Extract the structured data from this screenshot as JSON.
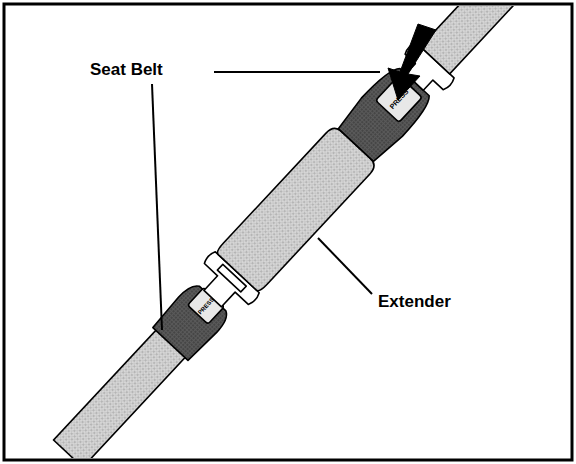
{
  "diagram": {
    "labels": [
      "Seat Belt",
      "Extender",
      "PRESS",
      "PRESS"
    ]
  }
}
